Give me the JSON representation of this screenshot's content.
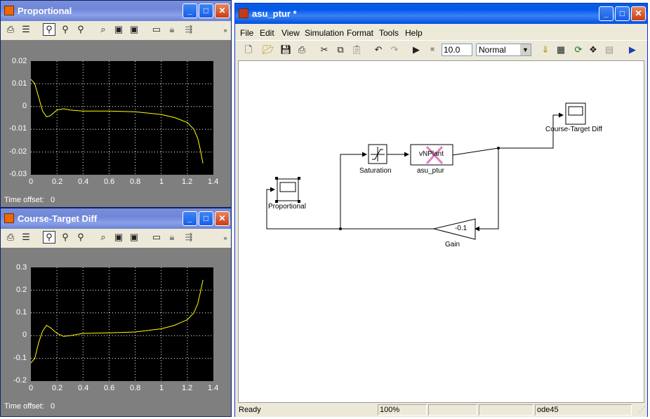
{
  "scope1": {
    "title": "Proportional",
    "time_offset_label": "Time offset:",
    "time_offset_value": "0",
    "yticks": [
      "0.02",
      "0.01",
      "0",
      "-0.01",
      "-0.02",
      "-0.03"
    ],
    "xticks": [
      "0",
      "0.2",
      "0.4",
      "0.6",
      "0.8",
      "1",
      "1.2",
      "1.4"
    ]
  },
  "scope2": {
    "title": "Course-Target Diff",
    "time_offset_label": "Time offset:",
    "time_offset_value": "0",
    "yticks": [
      "0.3",
      "0.2",
      "0.1",
      "0",
      "-0.1",
      "-0.2"
    ],
    "xticks": [
      "0",
      "0.2",
      "0.4",
      "0.6",
      "0.8",
      "1",
      "1.2",
      "1.4"
    ]
  },
  "model": {
    "title": "asu_ptur *",
    "menu": [
      "File",
      "Edit",
      "View",
      "Simulation",
      "Format",
      "Tools",
      "Help"
    ],
    "stop_time": "10.0",
    "sim_mode": "Normal",
    "blocks": {
      "course_target_diff": "Course-Target Diff",
      "saturation": "Saturation",
      "vnplant_inner": "vNPlant",
      "asu_ptur": "asu_ptur",
      "proportional": "Proportional",
      "gain_value": "-0.1",
      "gain": "Gain"
    },
    "status": {
      "state": "Ready",
      "zoom": "100%",
      "solver": "ode45"
    }
  },
  "chart_data": [
    {
      "type": "line",
      "title": "Proportional",
      "xlim": [
        0,
        1.4
      ],
      "ylim": [
        -0.03,
        0.02
      ],
      "grid": true,
      "series": [
        {
          "x": [
            0,
            0.03,
            0.06,
            0.09,
            0.12,
            0.15,
            0.2,
            0.25,
            0.3,
            0.4,
            0.6,
            0.8,
            1.0,
            1.1,
            1.2,
            1.25,
            1.28,
            1.3,
            1.32
          ],
          "y": [
            0.012,
            0.01,
            0.004,
            -0.002,
            -0.0045,
            -0.004,
            -0.0015,
            -0.001,
            -0.0015,
            -0.002,
            -0.002,
            -0.0023,
            -0.0035,
            -0.0048,
            -0.007,
            -0.01,
            -0.014,
            -0.019,
            -0.025
          ]
        }
      ]
    },
    {
      "type": "line",
      "title": "Course-Target Diff",
      "xlim": [
        0,
        1.4
      ],
      "ylim": [
        -0.2,
        0.3
      ],
      "grid": true,
      "series": [
        {
          "x": [
            0,
            0.03,
            0.06,
            0.09,
            0.12,
            0.15,
            0.2,
            0.25,
            0.3,
            0.4,
            0.6,
            0.8,
            1.0,
            1.1,
            1.2,
            1.25,
            1.28,
            1.3,
            1.32
          ],
          "y": [
            -0.12,
            -0.1,
            -0.03,
            0.02,
            0.045,
            0.035,
            0.01,
            -0.003,
            0.0,
            0.01,
            0.012,
            0.016,
            0.03,
            0.045,
            0.07,
            0.1,
            0.14,
            0.19,
            0.245
          ]
        }
      ]
    }
  ]
}
